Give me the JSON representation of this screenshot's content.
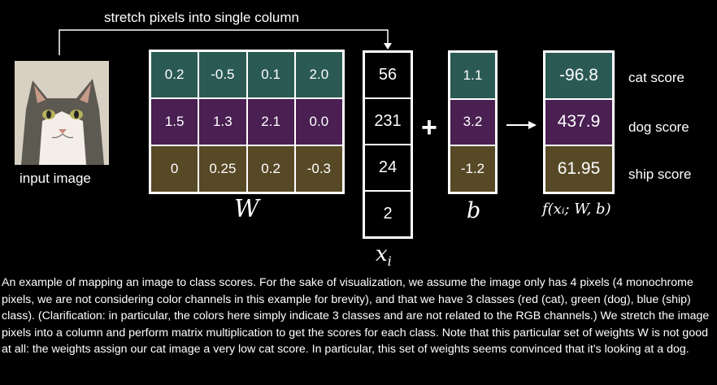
{
  "diagram": {
    "title": "stretch pixels into single column",
    "input_caption": "input image",
    "weights": {
      "label": "W",
      "rows": [
        [
          "0.2",
          "-0.5",
          "0.1",
          "2.0"
        ],
        [
          "1.5",
          "1.3",
          "2.1",
          "0.0"
        ],
        [
          "0",
          "0.25",
          "0.2",
          "-0.3"
        ]
      ]
    },
    "pixels": {
      "label": "x",
      "label_sub": "i",
      "values": [
        "56",
        "231",
        "24",
        "2"
      ]
    },
    "plus": "+",
    "bias": {
      "label": "b",
      "values": [
        "1.1",
        "3.2",
        "-1.2"
      ]
    },
    "scores": {
      "label": "f(xᵢ; W, b)",
      "values": [
        "-96.8",
        "437.9",
        "61.95"
      ]
    },
    "class_labels": [
      "cat score",
      "dog score",
      "ship score"
    ],
    "row_colors": [
      "#2b5a55",
      "#4a1f52",
      "#574926"
    ]
  },
  "description": "An example of mapping an image to class scores. For the sake of visualization, we assume the image only has 4 pixels (4 monochrome pixels, we are not considering color channels in this example for brevity), and that we have 3 classes (red (cat), green (dog), blue (ship) class). (Clarification: in particular, the colors here simply indicate 3 classes and are not related to the RGB channels.) We stretch the image pixels into a column and perform matrix multiplication to get the scores for each class. Note that this particular set of weights W is not good at all: the weights assign our cat image a very low cat score. In particular, this set of weights seems convinced that it's looking at a dog."
}
